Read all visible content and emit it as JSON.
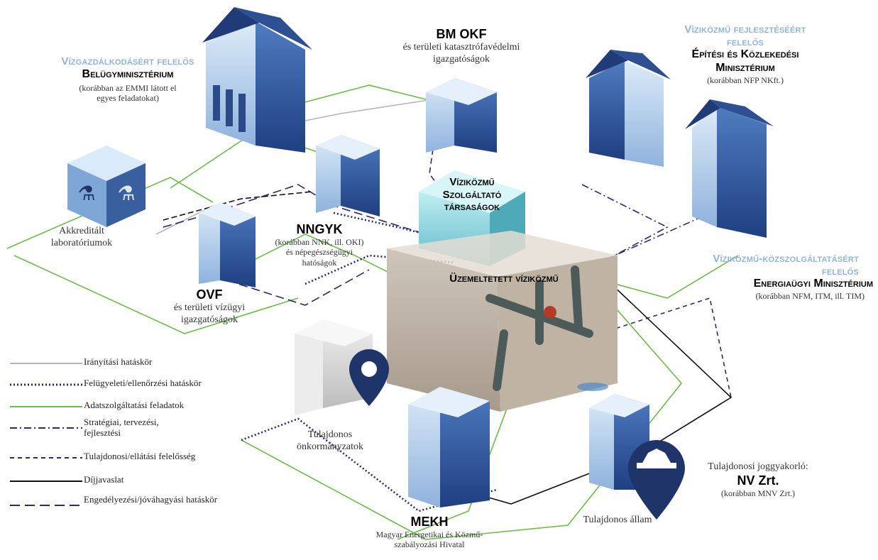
{
  "labels": {
    "belugy": {
      "role": "Vízgazdálkodásért felelős",
      "name": "Belügyminisztérium",
      "note": "(korábban az EMMI látott el egyes feladatokat)"
    },
    "bmokf": {
      "name": "BM OKF",
      "note": "és területi katasztrófavédelmi igazgatóságok"
    },
    "epitesi": {
      "role": "Víziközmű fejlesztéséért felelős",
      "name": "Építési és Közlekedési Minisztérium",
      "note": "(korábban NFP NKft.)"
    },
    "akkreditalt": "Akkreditált laboratóriumok",
    "nngyk": {
      "name": "NNGYK",
      "note": "(korábban NNK, ill. OKI) és népegészségügyi hatóságok"
    },
    "viziszolg": "Víziközmű Szolgáltató társaságok",
    "uzemeltetett": "Üzemeltetett víziközmű",
    "energia": {
      "role": "Víziközmű-közszolgáltatásért felelős",
      "name": "Energiaügyi Minisztérium",
      "note": "(korábban NFM, ITM, ill. TIM)"
    },
    "ovf": {
      "name": "OVF",
      "note": "és területi vízügyi igazgatóságok"
    },
    "onkorm": "Tulajdonos önkormányzatok",
    "mekh": {
      "name": "MEKH",
      "note": "Magyar Energetikai és Közmű-szabályozási Hivatal"
    },
    "allam": "Tulajdonos állam",
    "nv": {
      "role": "Tulajdonosi joggyakorló:",
      "name": "NV Zrt.",
      "note": "(korábban MNV Zrt.)"
    }
  },
  "legend": [
    {
      "label": "Irányítási hatáskör",
      "style": "solid-gray"
    },
    {
      "label": "Felügyeleti/ellenőrzési hatáskör",
      "style": "dotted-navy"
    },
    {
      "label": "Adatszolgáltatási feladatok",
      "style": "solid-green"
    },
    {
      "label": "Stratégiai, tervezési, fejlesztési",
      "style": "dashdot-navy"
    },
    {
      "label": "Tulajdonosi/ellátási felelősség",
      "style": "dashed-navy"
    },
    {
      "label": "Díjjavaslat",
      "style": "solid-black"
    },
    {
      "label": "Engedélyezési/jóváhagyási hatáskör",
      "style": "longdash-navy"
    }
  ],
  "colors": {
    "gray": "#b5b5b5",
    "navy": "#2b2a6e",
    "green": "#6dbb4a",
    "black": "#111111",
    "building_light": "#c7ddf2",
    "building_dark": "#2c4a8a",
    "teal": "#8ed3dc",
    "pin": "#1f3468"
  }
}
